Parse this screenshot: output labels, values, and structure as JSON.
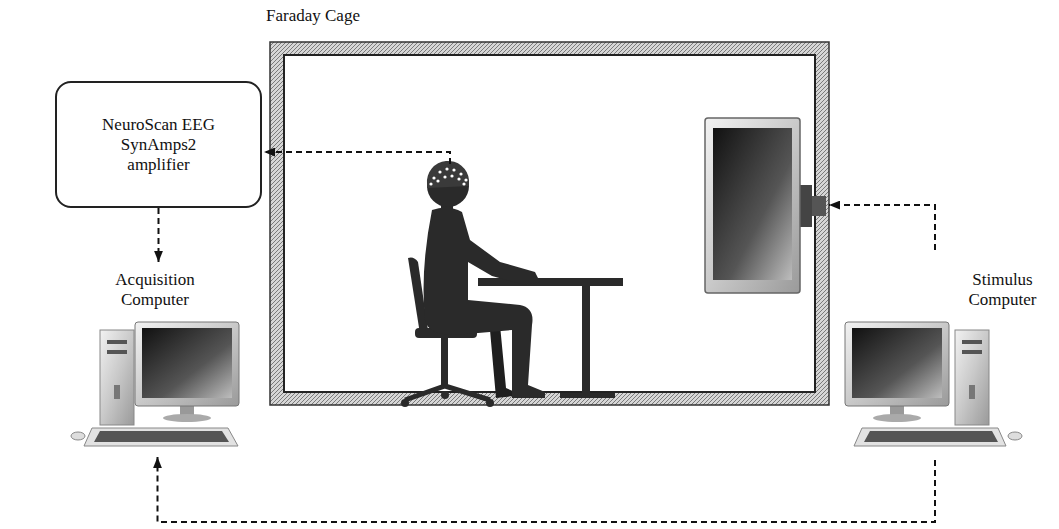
{
  "diagram": {
    "nodes": [
      {
        "text": [
          "Faraday Cage"
        ]
      },
      {
        "text": [
          "NeuroScan EEG SynAmps2 amplifier"
        ]
      },
      {
        "text": [
          "Acquisition Computer"
        ]
      },
      {
        "text": [
          "Stimulus Computer"
        ]
      }
    ],
    "edges": [
      {
        "from": 1,
        "to": 2,
        "arrow": "to"
      },
      {
        "from": 3,
        "to": 2,
        "arrow": "to"
      }
    ]
  }
}
